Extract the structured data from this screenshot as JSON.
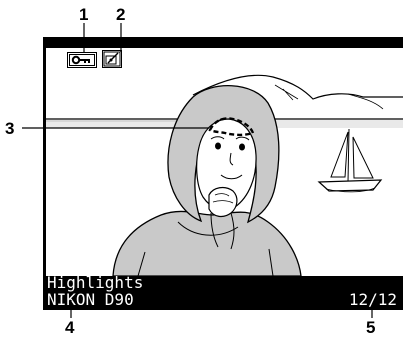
{
  "callouts": {
    "c1": "1",
    "c2": "2",
    "c3": "3",
    "c4": "4",
    "c5": "5"
  },
  "screen": {
    "mode_label": "Highlights",
    "camera_model": "NIKON D90",
    "frame_counter": "12/12"
  },
  "icons": {
    "protect": "key-icon",
    "retouch": "retouch-icon"
  },
  "colors": {
    "screen_bg": "#000000",
    "photo_bg": "#ffffff",
    "shading": "#c9c9c9",
    "text": "#ffffff",
    "highlight_outline": "#000000"
  }
}
